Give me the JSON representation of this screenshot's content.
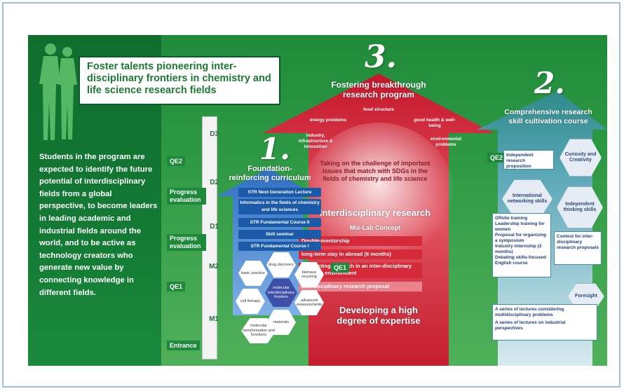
{
  "title": "Foster talents pioneering inter-disciplinary frontiers in chemistry and life science research fields",
  "intro": "Students in the program are expected to identify the future potential of interdisciplinary fields from a global perspective, to become leaders in leading academic and industrial fields around the world, and to be active as technology creators who generate new value by connecting knowledge in different fields.",
  "ladder": {
    "levels": [
      "D3",
      "D2",
      "D1",
      "M2",
      "M1"
    ],
    "tags": {
      "qe2": "QE2",
      "progress1": "Progress evaluation",
      "progress2": "Progress evaluation",
      "qe1": "QE1",
      "entrance": "Entrance"
    }
  },
  "section1": {
    "number": "1.",
    "title": "Foundation-reinforcing curriculum",
    "pills": [
      "STR Next-Generation Lecture",
      "Informatics in the fields of chemistry and life sciences",
      "STR Fundamental Course II",
      "Skill seminar",
      "STR Fundamental Course I"
    ],
    "hexes": [
      "basic practice",
      "drug discovery",
      "biomass recycling",
      "molecular interdisciplinary frontiers",
      "cell therapy",
      "advanced measurements",
      "materials",
      "molecular transformation and functions"
    ]
  },
  "section3": {
    "number": "3.",
    "title": "Fostering breakthrough research program",
    "rays": [
      "food structure",
      "energy problems",
      "good health & well-being",
      "industry, infrastructure & innovation",
      "environmental problems"
    ],
    "challenge": "Taking on the challenge of important issues that match with SDGs in the fields of chemistry and life science",
    "interdisciplinary": "Interdisciplinary research",
    "mixlab": "Mix-Lab Concept",
    "mixlab_items": [
      "Double-mentorship",
      "long-term stay in abroad (6 months)",
      "Conducting research in an inter-disciplinary research environment",
      "Interdisciplinary research proposal"
    ],
    "qe1_tag": "QE1",
    "bottom": "Developing a high degree of expertise"
  },
  "section2": {
    "number": "2.",
    "title": "Comprehensive research skill cultivation course",
    "qe2_tag": "QE2",
    "independent": "Independent research proposition",
    "curiosity": "Curiosity and Creativity",
    "international": "International networking skills",
    "independent_thinking": "Independent thinking skills",
    "training_list": [
      "Offsite training",
      "Leadership training for women",
      "Proposal for organizing a symposium",
      "Industry internship (2 months)",
      "Debating skills-focused English course"
    ],
    "contest": "Contest for inter-disciplinary research proposals",
    "foresight": "Foresight",
    "lectures": [
      "A series of lectures considering multidisciplinary problems",
      "A series of lectures on industrial perspectives"
    ]
  },
  "colors": {
    "green_dark": "#0f6e2e",
    "red": "#d42a3a",
    "blue": "#1b5aa8",
    "teal": "#3e8fa8"
  }
}
